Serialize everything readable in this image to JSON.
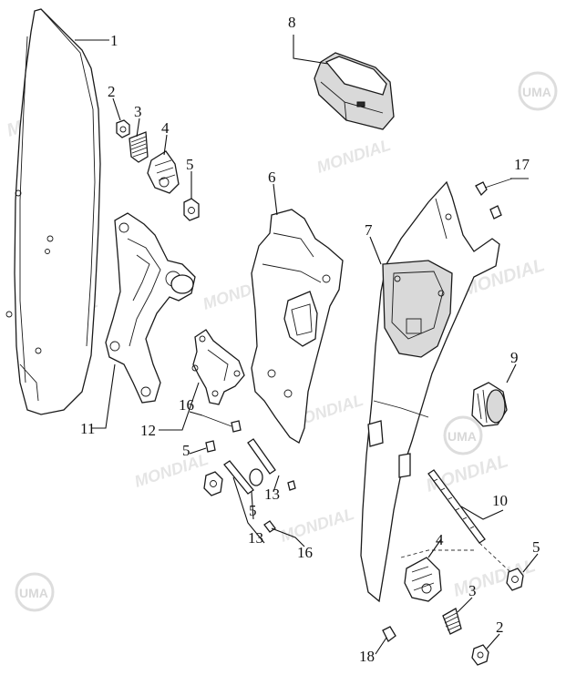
{
  "watermarks": {
    "logo_text": "UMA",
    "brand_text": "MONDIAL"
  },
  "callouts": {
    "c1": "1",
    "c2a": "2",
    "c3a": "3",
    "c4a": "4",
    "c5a": "5",
    "c6": "6",
    "c7": "7",
    "c8": "8",
    "c9": "9",
    "c10": "10",
    "c11": "11",
    "c12": "12",
    "c13a": "13",
    "c13b": "13",
    "c15": "5",
    "c16a": "16",
    "c5b": "5",
    "c16b": "16",
    "c17": "17",
    "c4b": "4",
    "c5c": "5",
    "c3b": "3",
    "c2b": "2",
    "c18": "18"
  },
  "colors": {
    "line": "#1a1a1a",
    "watermark": "#d0d0d0"
  }
}
